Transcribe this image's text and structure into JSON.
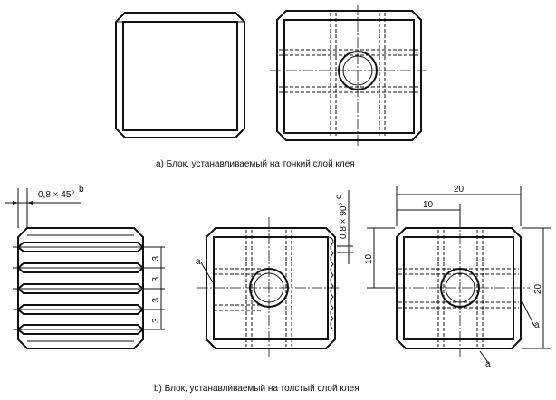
{
  "captions": {
    "a": "a)  Блок, устанавливаемый на тонкий слой клея",
    "b": "b)  Блок, устанавливаемый на толстый слой клея"
  },
  "dimensions": {
    "chamfer_45": "0,8 × 45°",
    "chamfer_45_note": "b",
    "chamfer_90": "0,8 × 90°",
    "chamfer_90_note": "c",
    "pitch": "3",
    "width_total": "20",
    "width_half": "10",
    "height_half": "10",
    "height_total": "20",
    "callout": "a"
  }
}
